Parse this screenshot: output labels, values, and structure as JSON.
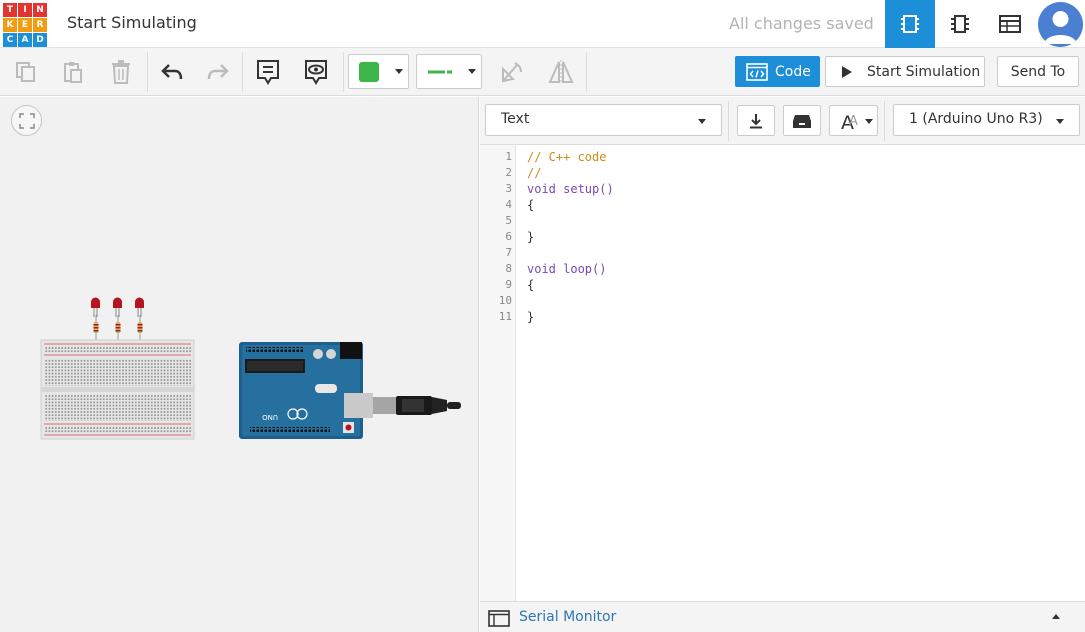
{
  "app": {
    "title": "Start Simulating",
    "save_status": "All changes saved",
    "logo_letters": [
      "T",
      "I",
      "N",
      "K",
      "E",
      "R",
      "C",
      "A",
      "D"
    ],
    "logo_colors": [
      "#e3342f",
      "#e3342f",
      "#e3342f",
      "#f39c12",
      "#f39c12",
      "#f39c12",
      "#1d8fd8",
      "#1d8fd8",
      "#1d8fd8"
    ]
  },
  "view_buttons": [
    {
      "name": "circuit-view-icon",
      "active": true
    },
    {
      "name": "schematic-view-icon",
      "active": false
    },
    {
      "name": "component-list-icon",
      "active": false
    }
  ],
  "toolbar": {
    "color_swatch": "#3db54a",
    "wire_color": "#3db54a",
    "code_label": "Code",
    "start_simulation_label": "Start Simulation",
    "send_to_label": "Send To"
  },
  "code_toolbar": {
    "mode": "Text",
    "board": "1 (Arduino Uno R3)"
  },
  "code": {
    "line_numbers": [
      "1",
      "2",
      "3",
      "4",
      "5",
      "6",
      "7",
      "8",
      "9",
      "10",
      "11"
    ],
    "lines": [
      "// C++ code",
      "//",
      "void setup()",
      "{",
      "",
      "}",
      "",
      "void loop()",
      "{",
      "",
      "}"
    ]
  },
  "serial_monitor": {
    "label": "Serial Monitor"
  },
  "colors": {
    "accent": "#1d8fd8",
    "comment": "#d08b18",
    "keyword": "#7b4ab0"
  }
}
